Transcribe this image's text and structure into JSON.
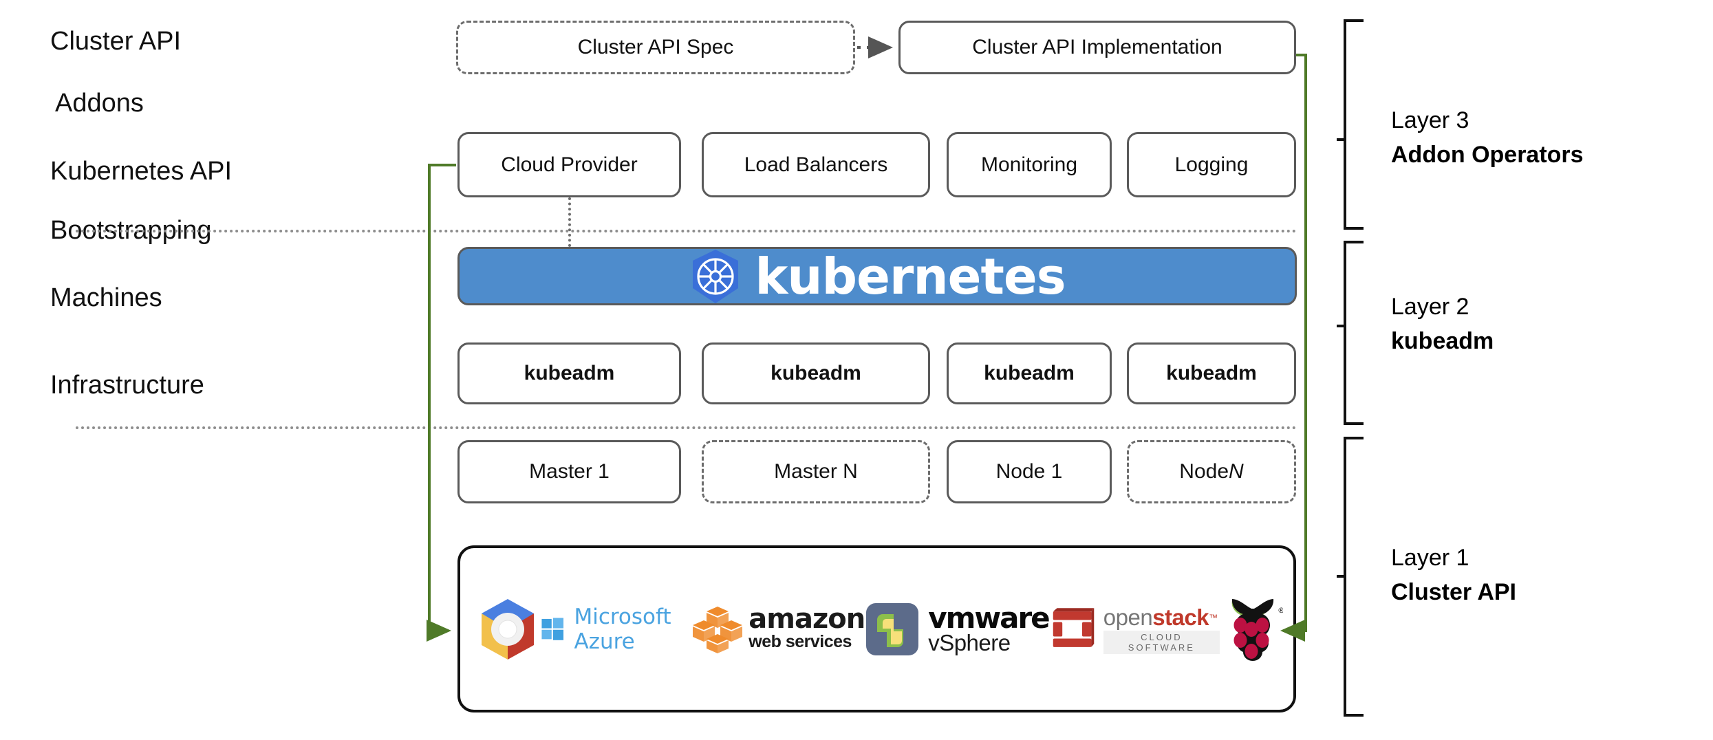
{
  "rows": [
    {
      "label": "Cluster API"
    },
    {
      "label": "Addons"
    },
    {
      "label": "Kubernetes API"
    },
    {
      "label": "Bootstrapping"
    },
    {
      "label": "Machines"
    },
    {
      "label": "Infrastructure"
    }
  ],
  "cluster_api_row": {
    "spec_box": "Cluster API Spec",
    "implementation_box": "Cluster API Implementation"
  },
  "addons_row": {
    "boxes": [
      "Cloud Provider",
      "Load Balancers",
      "Monitoring",
      "Logging"
    ]
  },
  "kubernetes_banner": {
    "wordmark": "kubernetes",
    "icon": "kubernetes-helm-wheel-icon",
    "background_color": "#4e8ccc",
    "icon_badge_color": "#3a6fd8"
  },
  "bootstrapping_row": {
    "boxes": [
      "kubeadm",
      "kubeadm",
      "kubeadm",
      "kubeadm"
    ]
  },
  "machines_row": {
    "boxes": [
      {
        "label": "Master 1",
        "style": "solid"
      },
      {
        "label": "Master N",
        "style": "dashed"
      },
      {
        "label": "Node 1",
        "style": "solid"
      },
      {
        "label": "Node N",
        "style": "dashed",
        "italic_tail": "N",
        "prefix": "Node "
      }
    ]
  },
  "infrastructure_row": {
    "logos": [
      {
        "name": "google-cloud-platform-logo",
        "text": ""
      },
      {
        "name": "microsoft-azure-logo",
        "text": "Microsoft Azure"
      },
      {
        "name": "amazon-web-services-logo",
        "text": "amazon",
        "subtext": "web services"
      },
      {
        "name": "vmware-vsphere-logo",
        "text": "vmware",
        "subtext": "vSphere"
      },
      {
        "name": "openstack-logo",
        "text_open": "open",
        "text_stack": "stack",
        "subtext": "CLOUD SOFTWARE"
      },
      {
        "name": "raspberry-pi-logo",
        "text": ""
      }
    ]
  },
  "layers": [
    {
      "id": "layer-3",
      "line1": "Layer 3",
      "line2": "Addon Operators"
    },
    {
      "id": "layer-2",
      "line1": "Layer 2",
      "line2": "kubeadm"
    },
    {
      "id": "layer-1",
      "line1": "Layer 1",
      "line2": "Cluster API"
    }
  ],
  "connectors": {
    "spec_to_impl": "dotted-arrow-right",
    "cloud_provider_to_k8s": "dotted-vertical",
    "left_green_arrow": "cloud-provider-to-infrastructure",
    "right_green_arrow": "cluster-api-implementation-to-infrastructure",
    "green_color": "#4f7a28"
  }
}
